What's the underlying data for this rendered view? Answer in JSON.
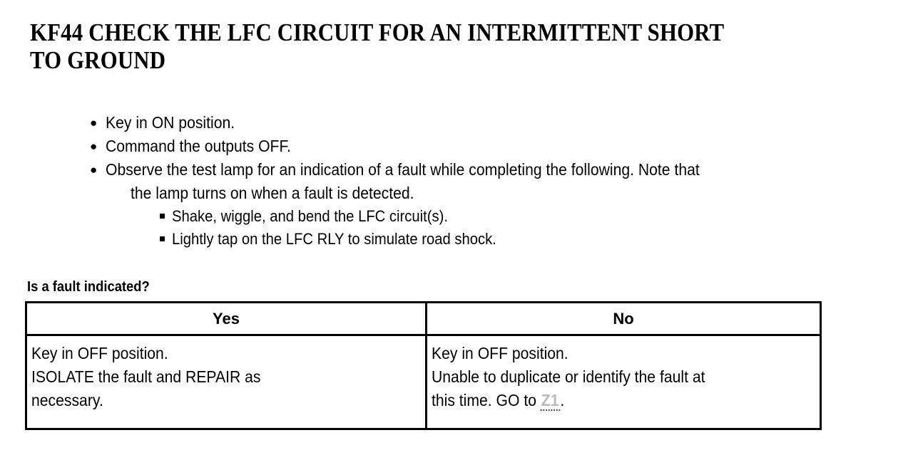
{
  "document": {
    "title": "KF44 CHECK THE LFC CIRCUIT FOR AN INTERMITTENT SHORT TO GROUND",
    "title_line1": "KF44 CHECK THE LFC CIRCUIT FOR AN INTERMITTENT",
    "title_line2": "SHORT TO GROUND"
  },
  "procedure": {
    "bullet_marker": "●",
    "subbullet_marker": "square-marker",
    "steps": [
      {
        "text": "Key in ON position.",
        "continuation": "",
        "substeps": []
      },
      {
        "text": "Command the outputs OFF.",
        "continuation": "",
        "substeps": []
      },
      {
        "text": "Observe the test lamp for an indication of a fault while completing the following. Note that",
        "continuation": "the lamp turns on when a fault is detected.",
        "substeps": [
          "Shake, wiggle, and bend the LFC circuit(s).",
          "Lightly tap on the LFC RLY to simulate road shock."
        ]
      }
    ]
  },
  "question": {
    "text": "Is a fault indicated?"
  },
  "decision_table": {
    "headers": [
      "Yes",
      "No"
    ],
    "cells": {
      "yes": {
        "lines": [
          "Key in OFF position.",
          "ISOLATE the fault and REPAIR as",
          "necessary."
        ]
      },
      "no": {
        "line1": "Key in OFF position.",
        "line2": "Unable to duplicate or identify the fault at",
        "line3_before": "this time. GO to ",
        "line3_xref": "Z1",
        "line3_after": "."
      }
    }
  },
  "colors": {
    "text": "#000000",
    "background": "#ffffff",
    "border": "#000000",
    "xref": "#b9b9b9"
  }
}
